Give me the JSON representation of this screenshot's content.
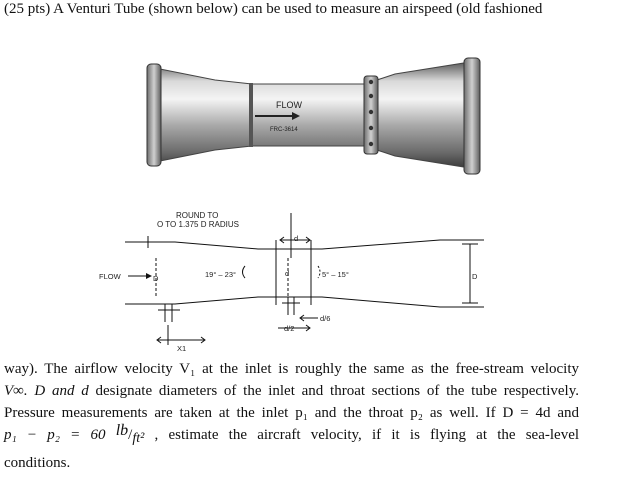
{
  "problem": {
    "intro": "(25 pts) A Venturi Tube (shown below) can be used to measure an airspeed (old fashioned"
  },
  "photo": {
    "flow_label": "FLOW",
    "tag_label": "FRC-3614"
  },
  "diagram": {
    "round_to_line1": "ROUND TO",
    "round_to_line2": "O TO 1.375 D RADIUS",
    "flow_label": "FLOW",
    "d_inlet": "D",
    "d_outlet": "D",
    "d_throat": "d",
    "d_top": "d",
    "converge_angle": "19° – 23°",
    "diverge_angle": "5° – 15°",
    "d_over_6": "d/6",
    "d_over_2": "d/2",
    "x1": "X1"
  },
  "text": {
    "p1": "way). The airflow velocity V₁ at the inlet is roughly the same as the free-stream velocity",
    "p2_a": "V∞.",
    "p2_b": "D and d",
    "p2_c": "designate diameters of the inlet and throat sections of the tube respectively.",
    "p3": "Pressure measurements are taken at the inlet p₁ and the throat p₂ as well. If D = 4d and",
    "p4_a": "p₁ − p₂ = 60",
    "p4_unit_num": "lb",
    "p4_unit_den": "ft²",
    "p4_b": ", estimate the aircraft velocity, if it is flying at the sea-level",
    "p5": "conditions."
  }
}
